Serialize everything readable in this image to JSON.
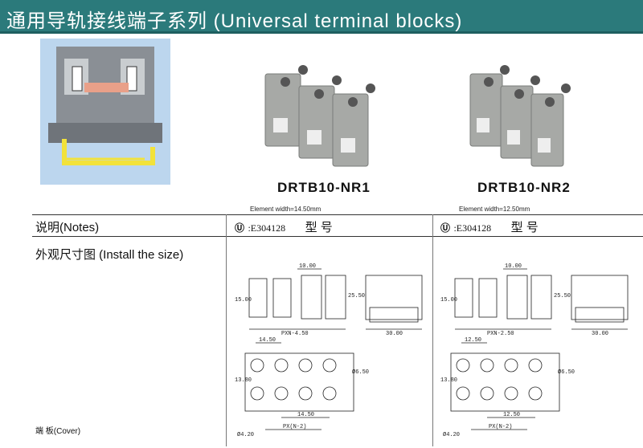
{
  "header": {
    "title": "通用导轨接线端子系列 (Universal terminal blocks)"
  },
  "products": [
    {
      "model": "DRTB10-NR1",
      "element_width": "Element width=14.50mm",
      "ul_mark": "Ⓤ",
      "cert": ":E304128",
      "type_label": "型 号"
    },
    {
      "model": "DRTB10-NR2",
      "element_width": "Element width=12.50mm",
      "ul_mark": "Ⓤ",
      "cert": ":E304128",
      "type_label": "型 号"
    }
  ],
  "left_labels": {
    "notes": "说明(Notes)",
    "install": "外观尺寸图 (Install the size)",
    "cover": "端  板(Cover)"
  },
  "drawings": [
    {
      "top_width": "10.00",
      "height1": "15.00",
      "height2": "25.50",
      "depth": "30.00",
      "pitch": "PXN-4.50",
      "pitch_top": "14.50",
      "pitch_bottom": "14.50",
      "row_height": "13.80",
      "hole": "Ø6.50",
      "screw": "Ø4.20",
      "px": "PX(N-2)"
    },
    {
      "top_width": "10.00",
      "height1": "15.00",
      "height2": "25.50",
      "depth": "30.00",
      "pitch": "PXN-2.50",
      "pitch_top": "12.50",
      "pitch_bottom": "12.50",
      "row_height": "13.80",
      "hole": "Ø6.50",
      "screw": "Ø4.20",
      "px": "PX(N-2)"
    }
  ]
}
